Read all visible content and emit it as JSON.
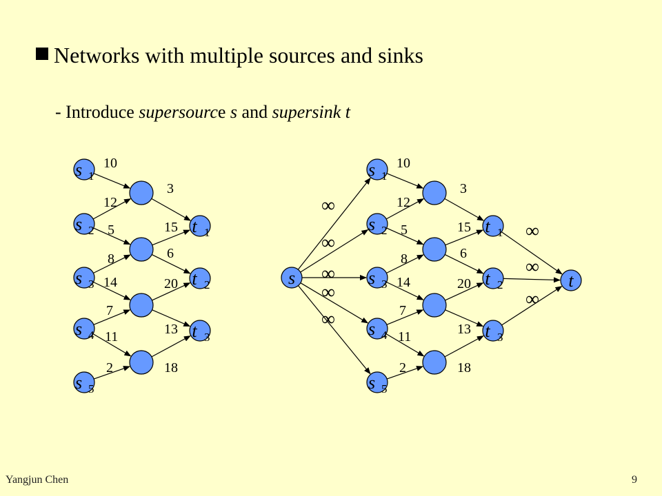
{
  "title": "Networks with multiple sources and sinks",
  "subtitle": {
    "prefix": "- Introduce ",
    "term1": "supersourc",
    "mid1": "e ",
    "s": "s",
    "mid2": " and ",
    "term2": "supersink",
    "mid3": " ",
    "t": "t"
  },
  "footer": {
    "author": "Yangjun Chen",
    "page": "9"
  },
  "diagram": {
    "left_network": {
      "sources": [
        {
          "base": "s",
          "sub": "1"
        },
        {
          "base": "s",
          "sub": "2"
        },
        {
          "base": "s",
          "sub": "3"
        },
        {
          "base": "s",
          "sub": "4"
        },
        {
          "base": "s",
          "sub": "5"
        }
      ],
      "sinks": [
        {
          "base": "t",
          "sub": "1"
        },
        {
          "base": "t",
          "sub": "2"
        },
        {
          "base": "t",
          "sub": "3"
        }
      ],
      "capacities": {
        "s1_m1": "10",
        "s2_m1": "12",
        "s2_m2": "5",
        "s3_m2": "8",
        "s3_m3": "14",
        "s4_m3": "7",
        "s4_m4": "11",
        "s5_m4": "2",
        "m1_t1": "3",
        "m2_t1": "15",
        "m2_t2": "6",
        "m3_t2": "20",
        "m3_t3": "13",
        "m4_t3": "18"
      }
    },
    "right_network": {
      "supersource": "s",
      "supersink": "t",
      "infinity": "∞",
      "sources": [
        {
          "base": "s",
          "sub": "1"
        },
        {
          "base": "s",
          "sub": "2"
        },
        {
          "base": "s",
          "sub": "3"
        },
        {
          "base": "s",
          "sub": "4"
        },
        {
          "base": "s",
          "sub": "5"
        }
      ],
      "sinks": [
        {
          "base": "t",
          "sub": "1"
        },
        {
          "base": "t",
          "sub": "2"
        },
        {
          "base": "t",
          "sub": "3"
        }
      ],
      "capacities": {
        "s1_m1": "10",
        "s2_m1": "12",
        "s2_m2": "5",
        "s3_m2": "8",
        "s3_m3": "14",
        "s4_m3": "7",
        "s4_m4": "11",
        "s5_m4": "2",
        "m1_t1": "3",
        "m2_t1": "15",
        "m2_t2": "6",
        "m3_t2": "20",
        "m3_t3": "13",
        "m4_t3": "18"
      }
    }
  }
}
